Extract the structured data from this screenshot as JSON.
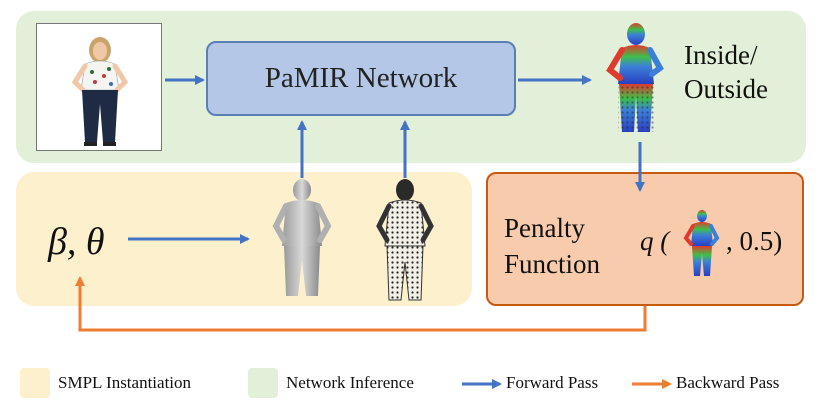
{
  "network_label": "PaMIR Network",
  "output_label_line1": "Inside/",
  "output_label_line2": "Outside",
  "params_label": "β, θ",
  "penalty_line1": "Penalty",
  "penalty_line2": "Function",
  "formula_prefix": "q (",
  "formula_suffix": ", 0.5)",
  "legend": [
    {
      "label": "SMPL Instantiation",
      "color": "#fdf1cd"
    },
    {
      "label": "Network Inference",
      "color": "#e2f0d9"
    },
    {
      "label": "Forward Pass",
      "color": "#4472c4"
    },
    {
      "label": "Backward Pass",
      "color": "#ed7d31"
    }
  ],
  "colors": {
    "forward": "#4472c4",
    "backward": "#ed7d31",
    "network_fill": "#b4c7e7",
    "penalty_fill": "#f8cbad"
  }
}
